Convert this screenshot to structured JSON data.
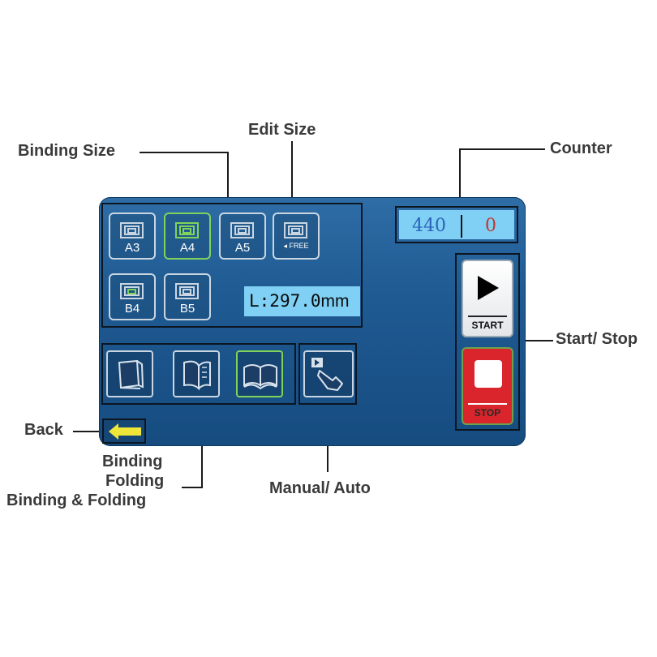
{
  "annotations": {
    "binding_size": "Binding Size",
    "edit_size": "Edit Size",
    "counter": "Counter",
    "start_stop": "Start/ Stop",
    "back": "Back",
    "binding": "Binding",
    "folding": "Folding",
    "binding_folding": "Binding & Folding",
    "manual_auto": "Manual/ Auto"
  },
  "size_buttons": [
    {
      "label": "A3",
      "selected": false
    },
    {
      "label": "A4",
      "selected": true
    },
    {
      "label": "A5",
      "selected": false
    },
    {
      "label": "◂ FREE",
      "selected": false
    },
    {
      "label": "B4",
      "selected": false
    },
    {
      "label": "B5",
      "selected": false
    }
  ],
  "length_display": {
    "prefix": "L:",
    "value": "297.0",
    "unit": "mm"
  },
  "counter": {
    "left": "440",
    "right": "0"
  },
  "mode_buttons": [
    {
      "icon": "binding-icon",
      "selected": false
    },
    {
      "icon": "folding-icon",
      "selected": false
    },
    {
      "icon": "binding-folding-icon",
      "selected": true
    }
  ],
  "manual_auto_icon": "hand-pointer-icon",
  "start_button": {
    "label": "START",
    "icon": "play-icon"
  },
  "stop_button": {
    "label": "STOP",
    "icon": "stop-icon"
  },
  "back_icon": "arrow-left-icon",
  "colors": {
    "screen": "#1f5a92",
    "display": "#7fd0f4",
    "selected_border": "#7fd35a",
    "stop_red": "#d9252b",
    "back_arrow": "#f0e63a"
  }
}
